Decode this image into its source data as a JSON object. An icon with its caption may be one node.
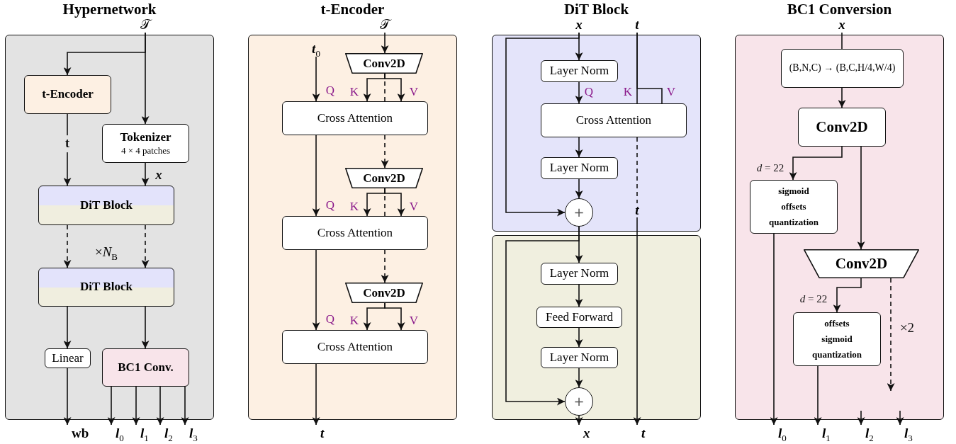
{
  "diagram": {
    "nodes": [
      {
        "text": [
          "Hypernetwork"
        ]
      },
      {
        "text": [
          "𝒯"
        ]
      },
      {
        "text": [
          "t-Encoder"
        ],
        "in": 0
      },
      {
        "text": [
          "Tokenizer",
          "4 × 4 patches"
        ],
        "in": 0
      },
      {
        "text": [
          "DiT Block"
        ],
        "in": 0
      },
      {
        "text": [
          "DiT Block"
        ],
        "in": 0
      },
      {
        "text": [
          "Linear"
        ],
        "in": 0
      },
      {
        "text": [
          "BC1 Conv."
        ],
        "in": 0
      },
      {
        "text": [
          "wb"
        ]
      },
      {
        "text": [
          "l$_{0}$"
        ]
      },
      {
        "text": [
          "l$_{1}$"
        ]
      },
      {
        "text": [
          "l$_{2}$"
        ]
      },
      {
        "text": [
          "l$_{3}$"
        ]
      },
      {
        "text": [
          "t-Encoder"
        ]
      },
      {
        "text": [
          "𝒯"
        ]
      },
      {
        "text": [
          "t$_{0}$"
        ],
        "in": 13
      },
      {
        "text": [
          "Conv2D"
        ],
        "in": 13
      },
      {
        "text": [
          "Cross Attention"
        ],
        "in": 13
      },
      {
        "text": [
          "Conv2D"
        ],
        "in": 13
      },
      {
        "text": [
          "Cross Attention"
        ],
        "in": 13
      },
      {
        "text": [
          "Conv2D"
        ],
        "in": 13
      },
      {
        "text": [
          "Cross Attention"
        ],
        "in": 13
      },
      {
        "text": [
          "t"
        ]
      },
      {
        "text": [
          "DiT Block"
        ]
      },
      {
        "text": [],
        "shape": "box"
      },
      {
        "text": [
          "x"
        ]
      },
      {
        "text": [
          "t"
        ]
      },
      {
        "text": [
          "Layer Norm"
        ],
        "in": 23
      },
      {
        "text": [
          "Cross Attention"
        ],
        "in": 23
      },
      {
        "text": [
          "Layer Norm"
        ],
        "in": 23
      },
      {
        "text": [
          "+"
        ],
        "in": 23
      },
      {
        "text": [
          "t"
        ],
        "in": 23
      },
      {
        "text": [
          "Layer Norm"
        ],
        "in": 24
      },
      {
        "text": [
          "Feed Forward"
        ],
        "in": 24
      },
      {
        "text": [
          "Layer Norm"
        ],
        "in": 24
      },
      {
        "text": [
          "+"
        ],
        "in": 24
      },
      {
        "text": [
          "x"
        ]
      },
      {
        "text": [
          "t"
        ]
      },
      {
        "text": [
          "BC1 Conversion"
        ]
      },
      {
        "text": [
          "x"
        ]
      },
      {
        "text": [
          "(B,N,C) → (B,C,H/4,W/4)"
        ],
        "in": 38
      },
      {
        "text": [
          "Conv2D"
        ],
        "in": 38
      },
      {
        "text": [
          "sigmoid",
          "offsets",
          "quantization"
        ],
        "in": 38
      },
      {
        "text": [
          "Conv2D"
        ],
        "in": 38
      },
      {
        "text": [
          "offsets",
          "sigmoid",
          "quantization"
        ],
        "in": 38
      },
      {
        "text": [
          "l$_{0}$"
        ]
      },
      {
        "text": [
          "l$_{1}$"
        ]
      },
      {
        "text": [
          "l$_{2}$"
        ]
      },
      {
        "text": [
          "l$_{3}$"
        ]
      }
    ],
    "edges": [
      {
        "from": 1,
        "to": 3,
        "arrow": "to"
      },
      {
        "from": 1,
        "to": 2,
        "arrow": "to"
      },
      {
        "from": 2,
        "to": 4,
        "arrow": "to",
        "label": "t"
      },
      {
        "from": 3,
        "to": 4,
        "arrow": "to",
        "label": "x"
      },
      {
        "from": 4,
        "to": 5,
        "arrow": "to",
        "style": "dashed"
      },
      {
        "from": 4,
        "to": 5,
        "arrow": "to",
        "style": "dashed"
      },
      {
        "from": 5,
        "to": 6,
        "arrow": "to"
      },
      {
        "from": 5,
        "to": 7,
        "arrow": "to"
      },
      {
        "from": 6,
        "to": 8,
        "arrow": "to"
      },
      {
        "from": 7,
        "to": 9,
        "arrow": "to"
      },
      {
        "from": 7,
        "to": 10,
        "arrow": "to"
      },
      {
        "from": 7,
        "to": 11,
        "arrow": "to"
      },
      {
        "from": 7,
        "to": 12,
        "arrow": "to"
      },
      {
        "from": 14,
        "to": 16,
        "arrow": "to"
      },
      {
        "from": 15,
        "to": 17,
        "arrow": "to",
        "label": "Q"
      },
      {
        "from": 16,
        "to": 17,
        "arrow": "to",
        "label": "K"
      },
      {
        "from": 16,
        "to": 17,
        "arrow": "to",
        "label": "V"
      },
      {
        "from": 16,
        "to": 17,
        "arrow": "none",
        "style": "dashed"
      },
      {
        "from": 17,
        "to": 19,
        "arrow": "to",
        "label": "Q"
      },
      {
        "from": 18,
        "to": 19,
        "arrow": "to",
        "label": "K"
      },
      {
        "from": 18,
        "to": 19,
        "arrow": "to",
        "label": "V"
      },
      {
        "from": 18,
        "to": 19,
        "arrow": "none",
        "style": "dashed"
      },
      {
        "from": 19,
        "to": 21,
        "arrow": "to",
        "label": "Q"
      },
      {
        "from": 20,
        "to": 21,
        "arrow": "to",
        "label": "K"
      },
      {
        "from": 20,
        "to": 21,
        "arrow": "to",
        "label": "V"
      },
      {
        "from": 21,
        "to": 22,
        "arrow": "to"
      },
      {
        "from": 25,
        "to": 27,
        "arrow": "to"
      },
      {
        "from": 25,
        "to": 30,
        "arrow": "to"
      },
      {
        "from": 27,
        "to": 28,
        "arrow": "to",
        "label": "Q"
      },
      {
        "from": 26,
        "to": 28,
        "arrow": "none",
        "label": "K"
      },
      {
        "from": 26,
        "to": 28,
        "arrow": "none",
        "label": "V"
      },
      {
        "from": 28,
        "to": 31,
        "arrow": "none",
        "style": "dashed"
      },
      {
        "from": 31,
        "to": 37,
        "arrow": "to"
      },
      {
        "from": 28,
        "to": 29,
        "arrow": "to"
      },
      {
        "from": 29,
        "to": 30,
        "arrow": "to"
      },
      {
        "from": 30,
        "to": 32,
        "arrow": "to"
      },
      {
        "from": 30,
        "to": 35,
        "arrow": "to"
      },
      {
        "from": 32,
        "to": 33,
        "arrow": "to"
      },
      {
        "from": 33,
        "to": 34,
        "arrow": "to"
      },
      {
        "from": 34,
        "to": 35,
        "arrow": "to"
      },
      {
        "from": 35,
        "to": 36,
        "arrow": "to"
      },
      {
        "from": 39,
        "to": 40,
        "arrow": "none"
      },
      {
        "from": 40,
        "to": 41,
        "arrow": "to"
      },
      {
        "from": 41,
        "to": 42,
        "arrow": "to",
        "label": "*d* = 22"
      },
      {
        "from": 41,
        "to": 43,
        "arrow": "to"
      },
      {
        "from": 43,
        "to": 44,
        "arrow": "to",
        "label": "*d* = 22"
      },
      {
        "from": 43,
        "to": null,
        "arrow": "to",
        "style": "dashed",
        "label": "×2"
      },
      {
        "from": 42,
        "to": 45,
        "arrow": "to"
      },
      {
        "from": 44,
        "to": 46,
        "arrow": "to"
      },
      {
        "from": null,
        "to": 47,
        "arrow": "to"
      },
      {
        "from": null,
        "to": 48,
        "arrow": "to"
      },
      {
        "from": 17,
        "to": 18,
        "arrow": "to",
        "style": "dashed"
      },
      {
        "from": 19,
        "to": 20,
        "arrow": "to",
        "style": "dashed"
      }
    ],
    "labels": [
      "×*N*$_{B}$"
    ]
  }
}
